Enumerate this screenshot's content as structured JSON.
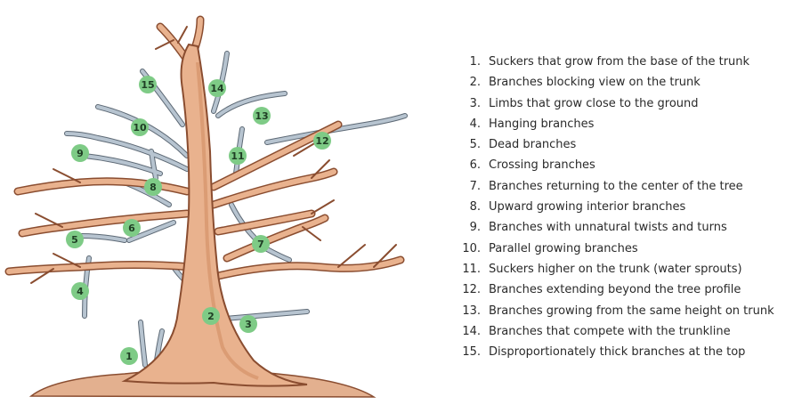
{
  "markers": [
    {
      "number": "1"
    },
    {
      "number": "2"
    },
    {
      "number": "3"
    },
    {
      "number": "4"
    },
    {
      "number": "5"
    },
    {
      "number": "6"
    },
    {
      "number": "7"
    },
    {
      "number": "8"
    },
    {
      "number": "9"
    },
    {
      "number": "10"
    },
    {
      "number": "11"
    },
    {
      "number": "12"
    },
    {
      "number": "13"
    },
    {
      "number": "14"
    },
    {
      "number": "15"
    }
  ],
  "legend": {
    "items": [
      {
        "number": "1.",
        "text": "Suckers that grow from the base of the trunk"
      },
      {
        "number": "2.",
        "text": "Branches blocking view on the trunk"
      },
      {
        "number": "3.",
        "text": "Limbs that grow close to the ground"
      },
      {
        "number": "4.",
        "text": "Hanging branches"
      },
      {
        "number": "5.",
        "text": "Dead branches"
      },
      {
        "number": "6.",
        "text": "Crossing branches"
      },
      {
        "number": "7.",
        "text": "Branches returning to the center of the tree"
      },
      {
        "number": "8.",
        "text": "Upward growing interior branches"
      },
      {
        "number": "9.",
        "text": "Branches with unnatural twists and turns"
      },
      {
        "number": "10.",
        "text": "Parallel growing branches"
      },
      {
        "number": "11.",
        "text": "Suckers higher on the trunk (water sprouts)"
      },
      {
        "number": "12.",
        "text": "Branches extending beyond the tree profile"
      },
      {
        "number": "13.",
        "text": "Branches growing from the same height on trunk"
      },
      {
        "number": "14.",
        "text": "Branches that compete with the trunkline"
      },
      {
        "number": "15.",
        "text": "Disproportionately thick branches at the top"
      }
    ]
  },
  "colors": {
    "marker_fill": "#7ecb86",
    "live_wood": "#e9b28e",
    "live_wood_stroke": "#8a4d30",
    "pruned_wood": "#b7c4d0",
    "pruned_wood_stroke": "#5d6975",
    "ground": "#e3b08f"
  }
}
